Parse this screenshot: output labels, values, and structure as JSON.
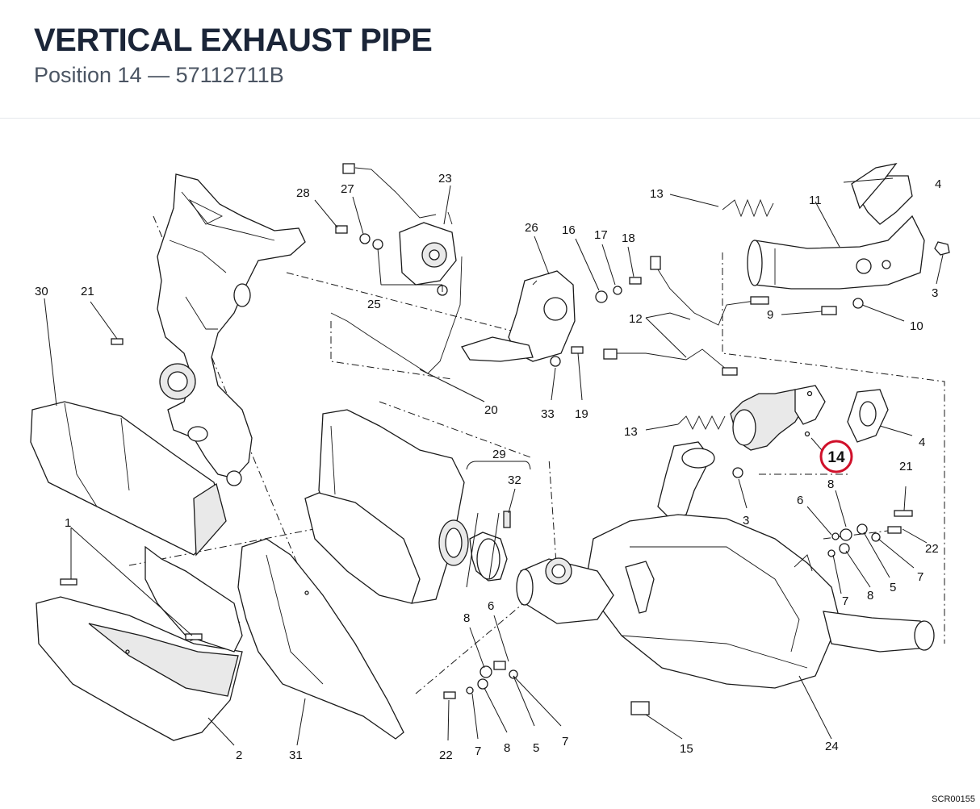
{
  "header": {
    "title": "VERTICAL EXHAUST PIPE",
    "subtitle": "Position 14 — 57112711B"
  },
  "highlight": {
    "label": "14",
    "color": "#d0102a"
  },
  "callouts": {
    "c1": "1",
    "c2": "2",
    "c3a": "3",
    "c3b": "3",
    "c4a": "4",
    "c4b": "4",
    "c5a": "5",
    "c5b": "5",
    "c6a": "6",
    "c6b": "6",
    "c7a": "7",
    "c7b": "7",
    "c7c": "7",
    "c7d": "7",
    "c8a": "8",
    "c8b": "8",
    "c8c": "8",
    "c8d": "8",
    "c9": "9",
    "c10": "10",
    "c11": "11",
    "c12": "12",
    "c13a": "13",
    "c13b": "13",
    "c15": "15",
    "c16": "16",
    "c17": "17",
    "c18": "18",
    "c19": "19",
    "c20": "20",
    "c21a": "21",
    "c21b": "21",
    "c22a": "22",
    "c22b": "22",
    "c23": "23",
    "c24": "24",
    "c25": "25",
    "c26": "26",
    "c27": "27",
    "c28": "28",
    "c29": "29",
    "c30": "30",
    "c31": "31",
    "c32": "32",
    "c33": "33"
  },
  "reference_code": "SCR00155"
}
